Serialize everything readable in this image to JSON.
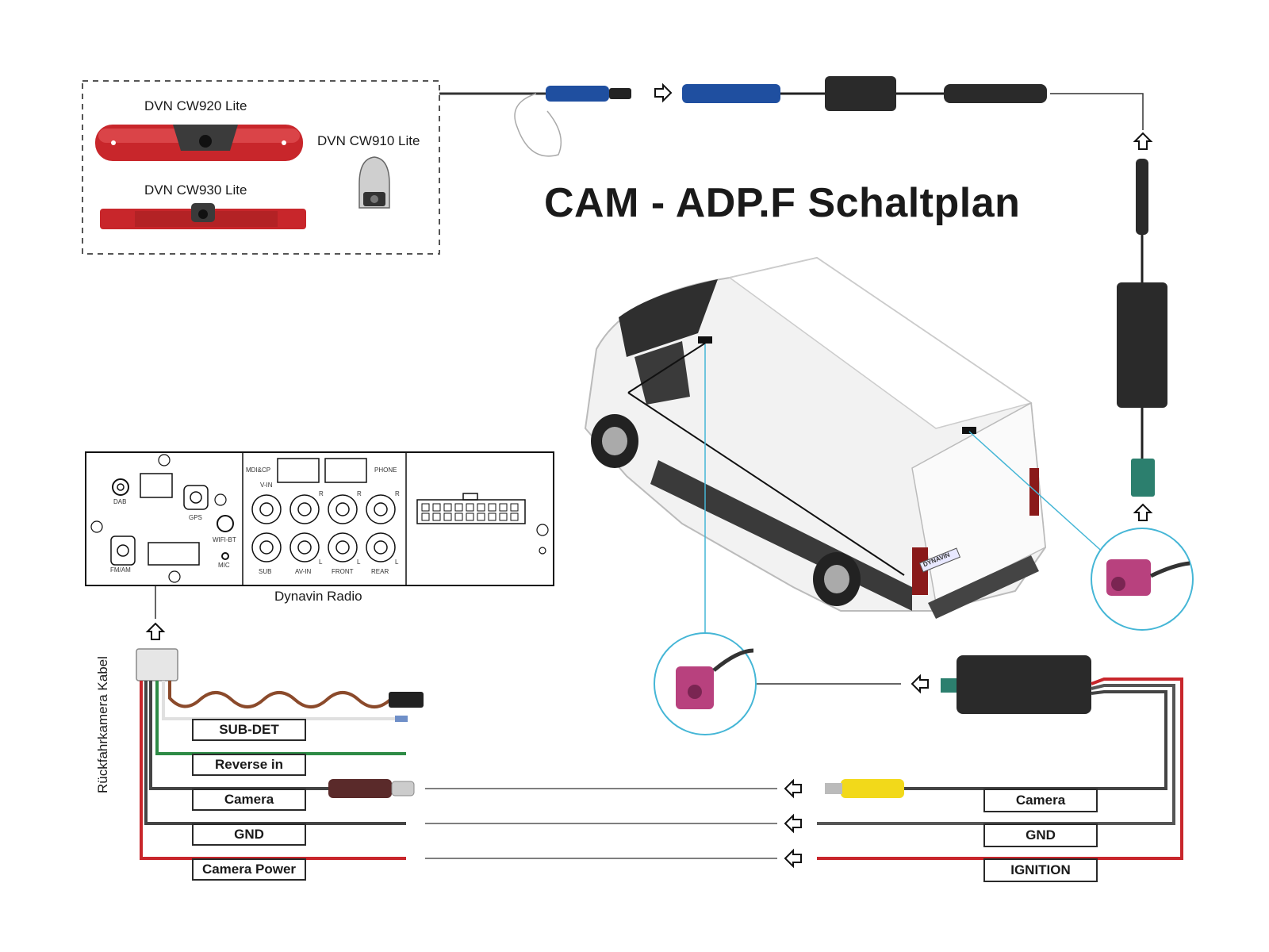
{
  "diagram": {
    "title": "CAM - ADP.F Schaltplan",
    "cameras": {
      "cw920": "DVN CW920 Lite",
      "cw910": "DVN CW910 Lite",
      "cw930": "DVN CW930 Lite"
    },
    "radio": {
      "label": "Dynavin Radio",
      "ports": {
        "dab": "DAB",
        "gps": "GPS",
        "wifi_bt": "WIFI-BT",
        "mic": "MIC",
        "fm_am": "FM/AM",
        "mdi_cp": "MDI&CP",
        "phone": "PHONE",
        "vin": "V-IN",
        "sub": "SUB",
        "av_in": "AV-IN",
        "front": "FRONT",
        "rear": "REAR",
        "r1": "R",
        "r2": "R",
        "r3": "R",
        "l1": "L",
        "l2": "L",
        "l3": "L"
      }
    },
    "harness_label": "Rückfahrkamera Kabel",
    "left_labels": {
      "sub_det": "SUB-DET",
      "reverse_in": "Reverse in",
      "camera": "Camera",
      "gnd": "GND",
      "camera_power": "Camera Power"
    },
    "right_labels": {
      "camera": "Camera",
      "gnd": "GND",
      "ignition": "IGNITION"
    },
    "van_plate": "DYNAVIN",
    "colors": {
      "red_wire": "#c8262b",
      "green_wire": "#2e8b46",
      "brown_wire": "#8b4a2b",
      "black_wire": "#3a3a3a",
      "blue_connector": "#1f4fa0",
      "fakra_pink": "#b8417e",
      "fakra_green": "#2c7f6e",
      "callout_blue": "#45b6d6",
      "rca_yellow": "#f2d91a",
      "light_red": "#d42a2a"
    }
  }
}
